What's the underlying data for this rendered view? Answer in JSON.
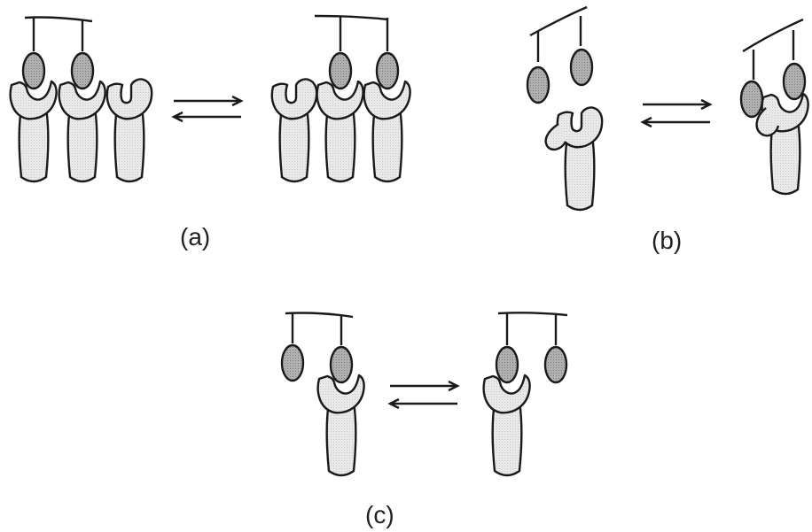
{
  "labels": {
    "a": "(a)",
    "b": "(b)",
    "c": "(c)"
  },
  "colors": {
    "ink": "#1a1a1a",
    "receptor_fill": "#e6e6e6",
    "ligand_fill": "#aaaaaa",
    "background": "#ffffff"
  },
  "glyphs": {
    "receptor": "receptor-glyph",
    "ligand": "ligand-glyph",
    "arrow": "equilibrium-arrows"
  }
}
